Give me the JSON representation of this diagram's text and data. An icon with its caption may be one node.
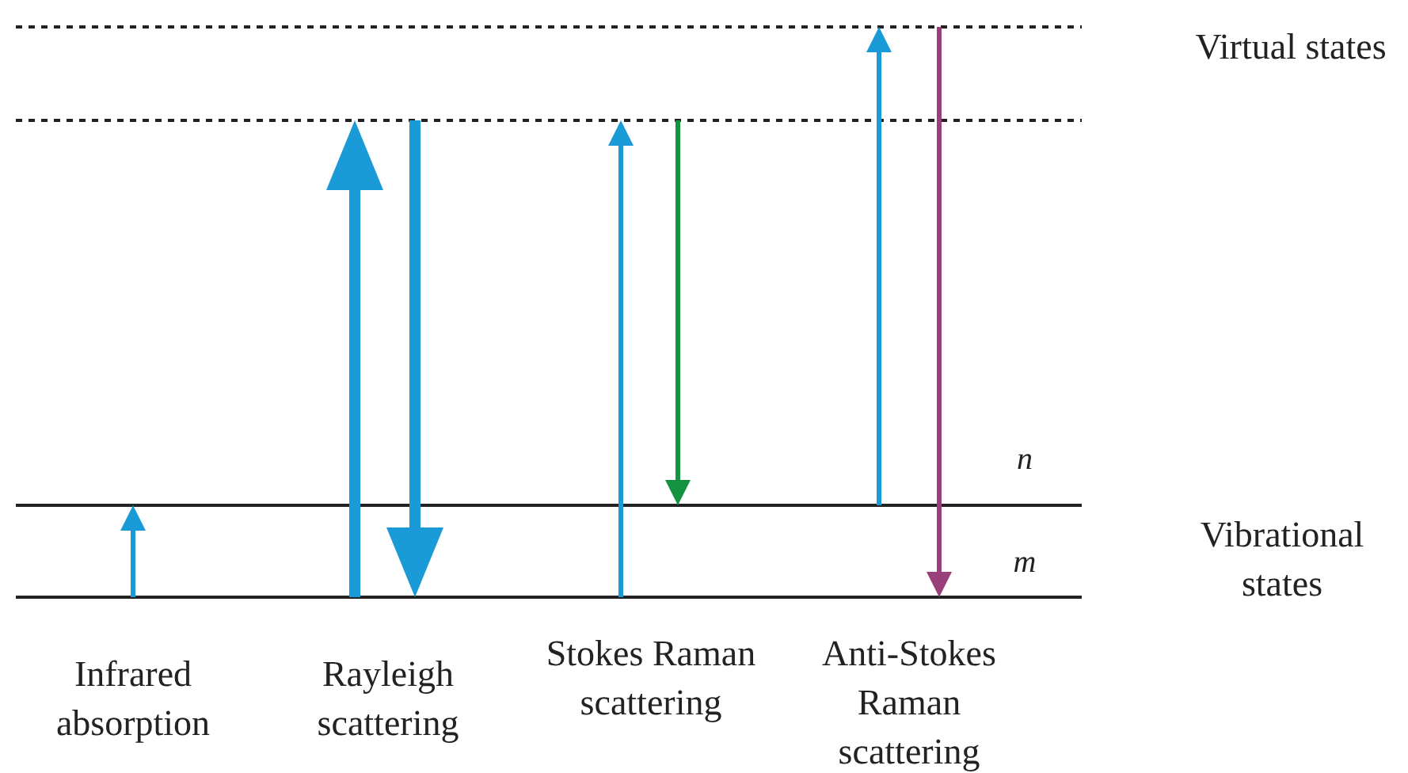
{
  "diagram": {
    "labels": [
      "Virtual states",
      "n",
      "Vibrational states",
      "m",
      "Infrared absorption",
      "Rayleigh scattering",
      "Stokes Raman scattering",
      "Anti-Stokes Raman scattering"
    ]
  }
}
